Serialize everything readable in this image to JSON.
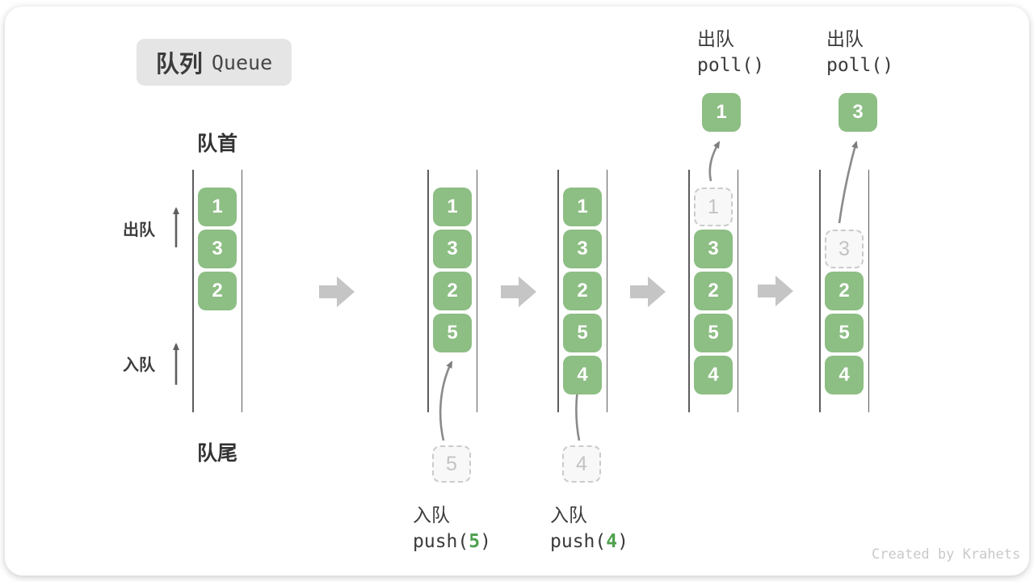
{
  "title": {
    "zh": "队列",
    "en": "Queue"
  },
  "labels": {
    "front": "队首",
    "rear": "队尾",
    "side_dequeue": "出队",
    "side_enqueue": "入队"
  },
  "queues": [
    {
      "cells": [
        "1",
        "3",
        "2"
      ]
    },
    {
      "cells": [
        "1",
        "3",
        "2",
        "5"
      ],
      "ghost_below": "5"
    },
    {
      "cells": [
        "1",
        "3",
        "2",
        "5",
        "4"
      ],
      "ghost_below": "4"
    },
    {
      "ghost_in": "1",
      "cells": [
        "3",
        "2",
        "5",
        "4"
      ],
      "popped": "1"
    },
    {
      "ghost_in": "3",
      "cells": [
        "2",
        "5",
        "4"
      ],
      "popped": "3"
    }
  ],
  "annotations": {
    "pushes": [
      {
        "action": "入队",
        "code_fn": "push(",
        "code_arg": "5",
        "code_close": ")"
      },
      {
        "action": "入队",
        "code_fn": "push(",
        "code_arg": "4",
        "code_close": ")"
      }
    ],
    "polls": [
      {
        "action": "出队",
        "code": "poll()"
      },
      {
        "action": "出队",
        "code": "poll()"
      }
    ]
  },
  "watermark": "Created by Krahets",
  "colors": {
    "item_green": "#8DBE84",
    "code_arg_green": "#4FA14F",
    "flow_arrow_gray": "#C5C5C5"
  }
}
